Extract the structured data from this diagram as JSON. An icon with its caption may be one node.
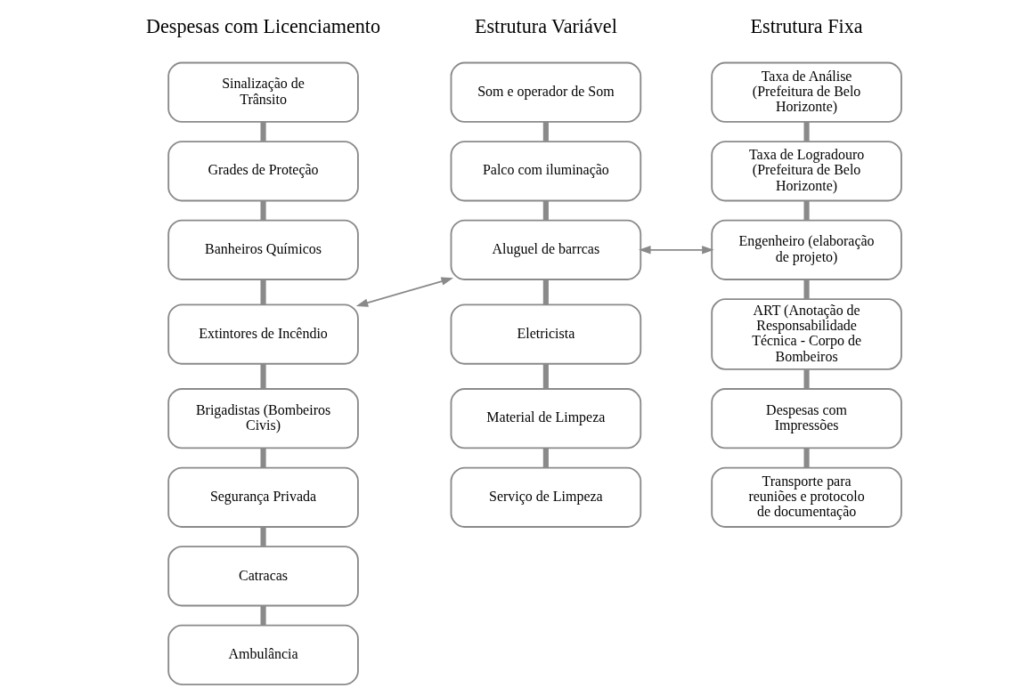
{
  "diagram": {
    "nodes": [
      {
        "text": [
          "Taxa de Análise (Prefeitura de Belo Horizonte)"
        ]
      },
      {
        "text": [
          "Taxa de Logradouro (Prefeitura de Belo Horizonte)"
        ]
      },
      {
        "text": [
          "Engenheiro (elaboração de projeto)"
        ]
      },
      {
        "text": [
          "ART (Anotação de Responsabilidade Técnica - Corpo de Bombeiros"
        ]
      },
      {
        "text": [
          "Despesas com Impressões"
        ]
      },
      {
        "text": [
          "Transporte para reuniões e protocolo de documentação"
        ]
      },
      {
        "text": [
          "Som e operador de Som"
        ]
      },
      {
        "text": [
          "Palco com iluminação"
        ]
      },
      {
        "text": [
          "Aluguel de barrcas"
        ]
      },
      {
        "text": [
          "Eletricista"
        ]
      },
      {
        "text": [
          "Material de Limpeza"
        ]
      },
      {
        "text": [
          "Serviço de Limpeza"
        ]
      },
      {
        "text": [
          "Sinalização de Trânsito"
        ]
      },
      {
        "text": [
          "Grades de Proteção"
        ]
      },
      {
        "text": [
          "Banheiros Químicos"
        ]
      },
      {
        "text": [
          "Extintores de Incêndio"
        ]
      },
      {
        "text": [
          "Brigadistas (Bombeiros Civis)"
        ]
      },
      {
        "text": [
          "Segurança Privada"
        ]
      },
      {
        "text": [
          "Catracas"
        ]
      },
      {
        "text": [
          "Ambulância"
        ]
      }
    ],
    "edges": [
      {
        "from": 0,
        "to": 1,
        "arrow": "none"
      },
      {
        "from": 1,
        "to": 2,
        "arrow": "none"
      },
      {
        "from": 2,
        "to": 3,
        "arrow": "none"
      },
      {
        "from": 3,
        "to": 4,
        "arrow": "none"
      },
      {
        "from": 4,
        "to": 5,
        "arrow": "none"
      },
      {
        "from": 6,
        "to": 7,
        "arrow": "none"
      },
      {
        "from": 7,
        "to": 8,
        "arrow": "none"
      },
      {
        "from": 8,
        "to": 9,
        "arrow": "none"
      },
      {
        "from": 9,
        "to": 10,
        "arrow": "none"
      },
      {
        "from": 10,
        "to": 11,
        "arrow": "none"
      },
      {
        "from": 12,
        "to": 13,
        "arrow": "none"
      },
      {
        "from": 13,
        "to": 14,
        "arrow": "none"
      },
      {
        "from": 14,
        "to": 15,
        "arrow": "none"
      },
      {
        "from": 15,
        "to": 16,
        "arrow": "none"
      },
      {
        "from": 16,
        "to": 17,
        "arrow": "none"
      },
      {
        "from": 17,
        "to": 18,
        "arrow": "none"
      },
      {
        "from": 18,
        "to": 19,
        "arrow": "none"
      },
      {
        "from": 2,
        "to": 8,
        "arrow": "both"
      },
      {
        "from": 8,
        "to": 15,
        "arrow": "both"
      }
    ],
    "labels": [
      "Estrutura Fixa",
      "Estrutura Variável",
      "Despesas com Licenciamento"
    ]
  }
}
